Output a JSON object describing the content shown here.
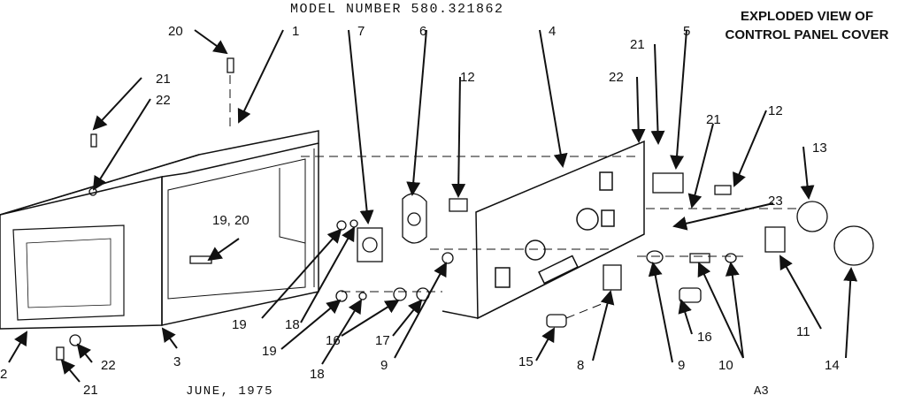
{
  "header": {
    "model_number": "MODEL NUMBER 580.321862",
    "title_line1": "EXPLODED VIEW OF",
    "title_line2": "CONTROL PANEL COVER"
  },
  "footer": {
    "date": "JUNE, 1975",
    "sheet": "A3"
  },
  "callouts": [
    "20",
    "1",
    "7",
    "6",
    "4",
    "21",
    "5",
    "21",
    "22",
    "12",
    "22",
    "21",
    "12",
    "13",
    "23",
    "19, 20",
    "19",
    "18",
    "19",
    "18",
    "16",
    "17",
    "9",
    "15",
    "8",
    "9",
    "16",
    "10",
    "11",
    "14",
    "2",
    "22",
    "21",
    "3"
  ]
}
